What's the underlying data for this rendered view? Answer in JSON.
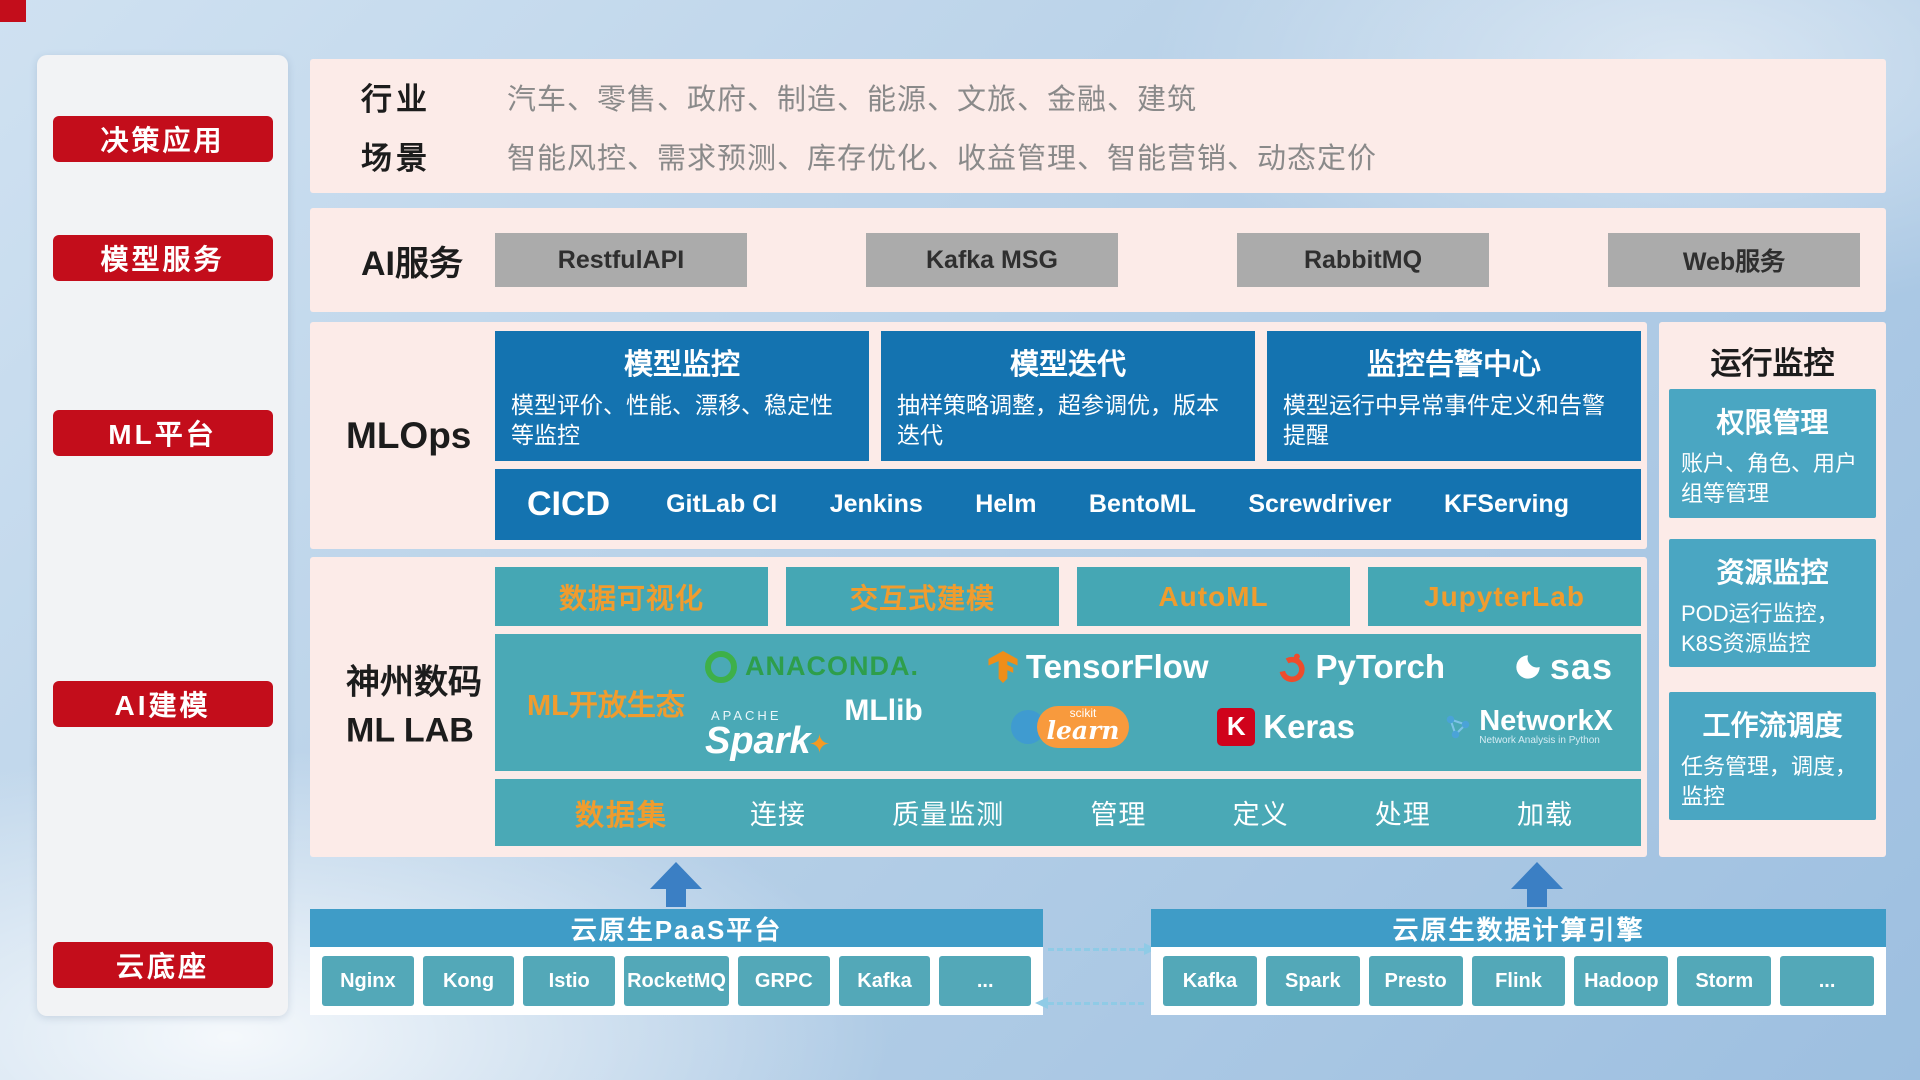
{
  "sidebar": {
    "items": [
      {
        "label": "决策应用"
      },
      {
        "label": "模型服务"
      },
      {
        "label": "ML平台"
      },
      {
        "label": "AI建模"
      },
      {
        "label": "云底座"
      }
    ]
  },
  "decision_panel": {
    "rows": [
      {
        "label": "行业",
        "text": "汽车、零售、政府、制造、能源、文旅、金融、建筑"
      },
      {
        "label": "场景",
        "text": "智能风控、需求预测、库存优化、收益管理、智能营销、动态定价"
      }
    ]
  },
  "ai_service": {
    "label": "AI服务",
    "buttons": [
      "RestfulAPI",
      "Kafka MSG",
      "RabbitMQ",
      "Web服务"
    ]
  },
  "mlops": {
    "label": "MLOps",
    "cards": [
      {
        "title": "模型监控",
        "desc": "模型评价、性能、漂移、稳定性等监控"
      },
      {
        "title": "模型迭代",
        "desc": "抽样策略调整，超参调优，版本迭代"
      },
      {
        "title": "监控告警中心",
        "desc": "模型运行中异常事件定义和告警提醒"
      }
    ],
    "cicd": {
      "label": "CICD",
      "tools": [
        "GitLab CI",
        "Jenkins",
        "Helm",
        "BentoML",
        "Screwdriver",
        "KFServing"
      ]
    }
  },
  "run_monitor": {
    "title": "运行监控",
    "cards": [
      {
        "title": "权限管理",
        "desc": "账户、角色、用户组等管理"
      },
      {
        "title": "资源监控",
        "desc": "POD运行监控，K8S资源监控"
      },
      {
        "title": "工作流调度",
        "desc": "任务管理，调度，监控"
      }
    ]
  },
  "ml_lab": {
    "label_line1": "神州数码",
    "label_line2": "ML LAB",
    "feature_buttons": [
      "数据可视化",
      "交互式建模",
      "AutoML",
      "JupyterLab"
    ],
    "ecosystem": {
      "label": "ML开放生态",
      "anaconda": "ANACONDA.",
      "tensorflow": "TensorFlow",
      "pytorch": "PyTorch",
      "sas": "sas",
      "spark_small": "APACHE",
      "spark": "Spark",
      "mllib": "MLlib",
      "scikit_small": "scikit",
      "scikit": "learn",
      "keras_badge": "K",
      "keras": "Keras",
      "networkx": "NetworkX",
      "networkx_sub": "Network Analysis in Python"
    },
    "dataset": {
      "label": "数据集",
      "items": [
        "连接",
        "质量监测",
        "管理",
        "定义",
        "处理",
        "加载"
      ]
    }
  },
  "paas": {
    "title": "云原生PaaS平台",
    "items": [
      "Nginx",
      "Kong",
      "Istio",
      "RocketMQ",
      "GRPC",
      "Kafka",
      "..."
    ]
  },
  "engine": {
    "title": "云原生数据计算引擎",
    "items": [
      "Kafka",
      "Spark",
      "Presto",
      "Flink",
      "Hadoop",
      "Storm",
      "..."
    ]
  },
  "icons": {
    "anaconda": "anaconda-ring-icon",
    "tensorflow": "tensorflow-t-icon",
    "pytorch": "pytorch-flame-icon",
    "sas": "sas-swirl-icon",
    "spark": "spark-star-icon",
    "scikit_learn": "scikit-learn-dots-icon",
    "keras": "keras-k-badge-icon",
    "networkx": "networkx-graph-icon",
    "up_arrow": "up-arrow-icon",
    "dashed_flow": "dashed-flow-arrow-icon"
  },
  "colors": {
    "accent_red": "#c30d1b",
    "panel_pink": "#fcebe8",
    "card_blue": "#1473b0",
    "teal": "#45a7b4",
    "teal_right": "#4aa6c2",
    "orange_text": "#f09c2e",
    "gray_button": "#ababab",
    "bar_blue": "#3f9cc7",
    "arrow_blue": "#3b7fc4"
  }
}
